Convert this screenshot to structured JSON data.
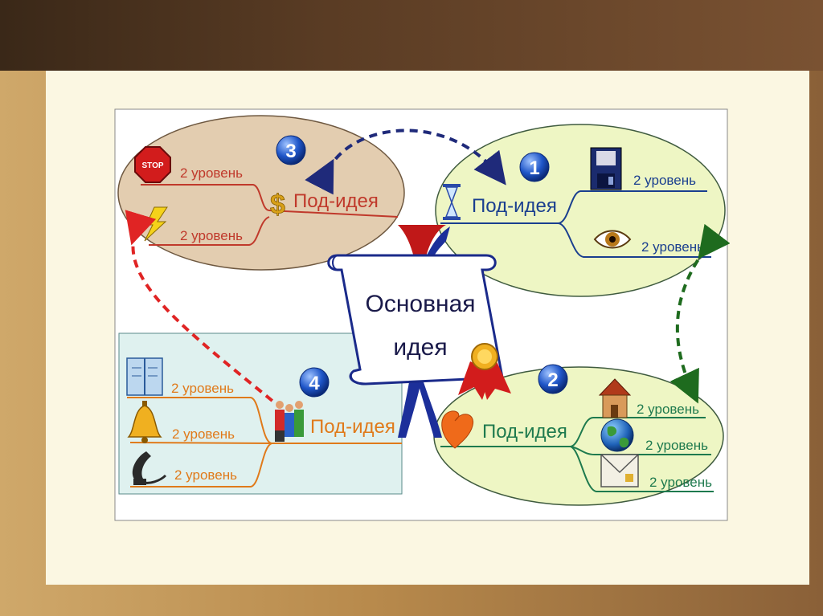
{
  "central_idea": {
    "line1": "Основная",
    "line2": "идея"
  },
  "branches": [
    {
      "number": "1",
      "title": "Под-идея",
      "items": [
        {
          "label": "2 уровень",
          "icon": "disk-icon"
        },
        {
          "label": "2 уровень",
          "icon": "eye-icon"
        }
      ],
      "title_icon": "hourglass-icon",
      "color": "#1a3f8f"
    },
    {
      "number": "2",
      "title": "Под-идея",
      "items": [
        {
          "label": "2 уровень",
          "icon": "house-icon"
        },
        {
          "label": "2 уровень",
          "icon": "globe-icon"
        },
        {
          "label": "2 уровень",
          "icon": "envelope-icon"
        }
      ],
      "title_icon": "heart-icon",
      "color": "#1e7a4e"
    },
    {
      "number": "3",
      "title": "Под-идея",
      "items": [
        {
          "label": "2 уровень",
          "icon": "stop-sign-icon"
        },
        {
          "label": "2 уровень",
          "icon": "lightning-icon"
        }
      ],
      "title_icon": "dollar-icon",
      "color": "#c0392b"
    },
    {
      "number": "4",
      "title": "Под-идея",
      "items": [
        {
          "label": "2 уровень",
          "icon": "book-icon"
        },
        {
          "label": "2 уровень",
          "icon": "bell-icon"
        },
        {
          "label": "2 уровень",
          "icon": "phone-icon"
        }
      ],
      "title_icon": "people-icon",
      "color": "#e07a1a"
    }
  ],
  "stop_sign_text": "STOP",
  "colors": {
    "bubble_3": "#e3cdb0",
    "bubble_1": "#eef6c4",
    "bubble_2": "#eef6c4",
    "box_4": "#dff1ef",
    "arrow_blue": "#1f2a7a",
    "arrow_green": "#1e6b1e",
    "arrow_red": "#e02424"
  }
}
